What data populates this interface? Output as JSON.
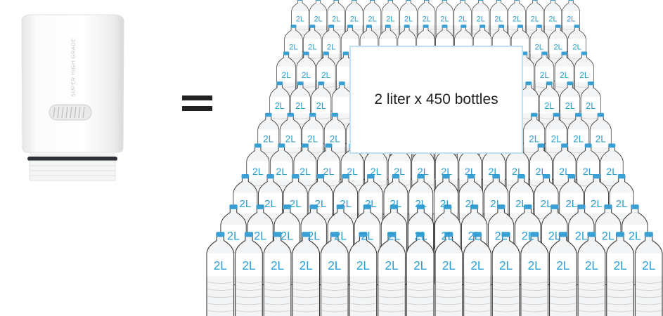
{
  "filter": {
    "product_text": "SUPER HIGH GRADE"
  },
  "equals_sign": "=",
  "bottles": {
    "label": "2L",
    "cap_color": "#3a9fd2",
    "label_color": "#2a9fd6",
    "bottles_per_row": 16,
    "row_count": 9
  },
  "callout": {
    "text": "2 liter x 450 bottles"
  }
}
